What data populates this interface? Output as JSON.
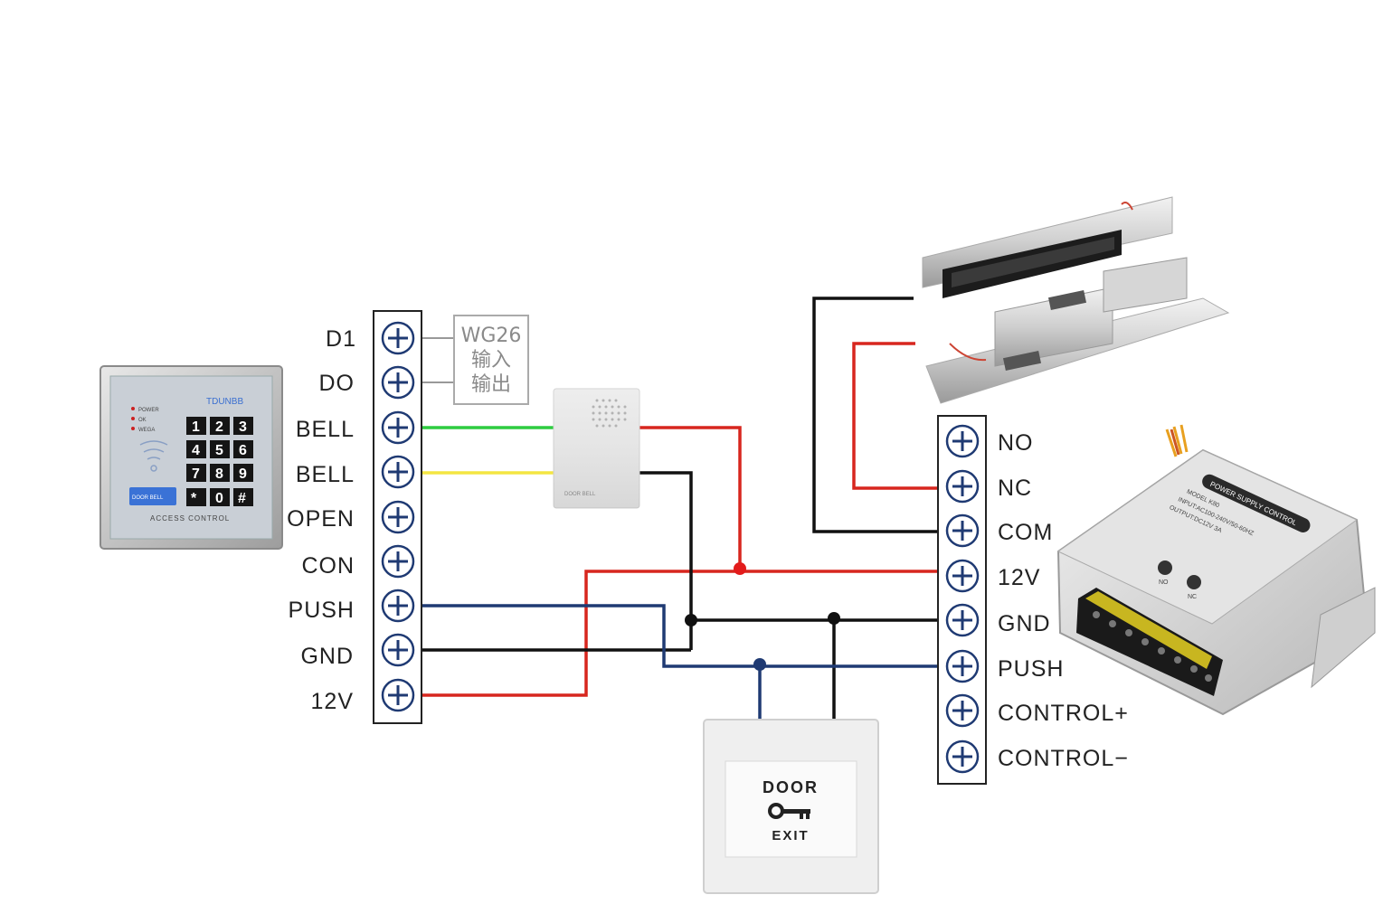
{
  "keypad": {
    "brand": "TDUNBB",
    "indicators": [
      "POWER",
      "OK",
      "WEGA"
    ],
    "keys": [
      "1",
      "2",
      "3",
      "4",
      "5",
      "6",
      "7",
      "8",
      "9",
      "*",
      "0",
      "#"
    ],
    "bell_button": "DOOR BELL",
    "caption": "ACCESS CONTROL"
  },
  "left_terminals": [
    "D1",
    "DO",
    "BELL",
    "BELL",
    "OPEN",
    "CON",
    "PUSH",
    "GND",
    "12V"
  ],
  "wg26_box": {
    "line1": "WG26",
    "line2": "输入",
    "line3": "输出"
  },
  "doorbell": {
    "caption": "DOOR BELL"
  },
  "right_terminals": [
    "NO",
    "NC",
    "COM",
    "12V",
    "GND",
    "PUSH",
    "CONTROL+",
    "CONTROL−"
  ],
  "power_supply": {
    "title": "POWER SUPPLY CONTROL",
    "model": "MODEL K80",
    "input": "INPUT:AC100-240V/50-60HZ",
    "output": "OUTPUT:DC12V 3A",
    "leds": [
      "NO",
      "NC"
    ]
  },
  "exit_button": {
    "top": "DOOR",
    "bottom": "EXIT"
  },
  "wire_colors": {
    "green": "#2ecc40",
    "yellow": "#f4e542",
    "red": "#d7261e",
    "black": "#111111",
    "blue": "#1f3a73",
    "terminal_plus": "#1f3a73"
  }
}
